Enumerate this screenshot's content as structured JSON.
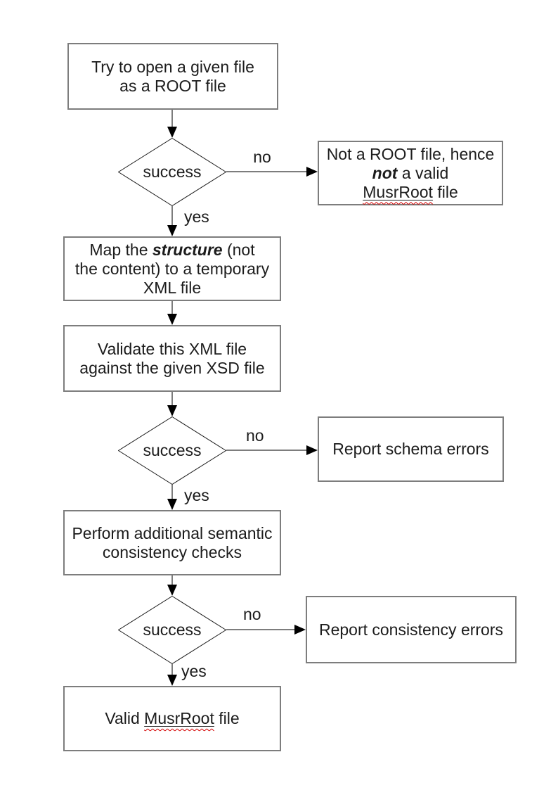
{
  "colors": {
    "background": "#ffffff",
    "box_border": "#7d7d7d",
    "diamond_border": "#1c1c1c",
    "connector_line": "#7d7d7d",
    "arrowhead": "#000000",
    "text": "#1c1c1c",
    "spellcheck_squiggle": "#d40000"
  },
  "flowchart": {
    "process_boxes": [
      {
        "id": "try-open-root-file",
        "lines": [
          [
            {
              "t": "Try to open a given file"
            }
          ],
          [
            {
              "t": "as a ROOT file"
            }
          ]
        ]
      },
      {
        "id": "map-structure",
        "lines": [
          [
            {
              "t": "Map the "
            },
            {
              "t": "structure",
              "s": "bi"
            },
            {
              "t": " (not"
            }
          ],
          [
            {
              "t": "the content) to a temporary"
            }
          ],
          [
            {
              "t": "XML file"
            }
          ]
        ]
      },
      {
        "id": "validate-xml",
        "lines": [
          [
            {
              "t": "Validate this XML file"
            }
          ],
          [
            {
              "t": "against the given XSD file"
            }
          ]
        ]
      },
      {
        "id": "semantic-checks",
        "lines": [
          [
            {
              "t": "Perform additional semantic"
            }
          ],
          [
            {
              "t": "consistency checks"
            }
          ]
        ]
      },
      {
        "id": "valid-musrroot",
        "lines": [
          [
            {
              "t": "Valid "
            },
            {
              "t": "MusrRoot",
              "s": "us"
            },
            {
              "t": " file"
            }
          ]
        ]
      }
    ],
    "result_boxes": [
      {
        "id": "not-a-root-file",
        "lines": [
          [
            {
              "t": "Not a ROOT file, hence"
            }
          ],
          [
            {
              "t": "not",
              "s": "bi"
            },
            {
              "t": " a valid"
            }
          ],
          [
            {
              "t": "MusrRoot",
              "s": "us"
            },
            {
              "t": " file"
            }
          ]
        ]
      },
      {
        "id": "report-schema-errors",
        "lines": [
          [
            {
              "t": "Report schema errors"
            }
          ]
        ]
      },
      {
        "id": "report-consistency-errors",
        "lines": [
          [
            {
              "t": "Report consistency errors"
            }
          ]
        ]
      }
    ],
    "decisions": [
      {
        "label": "success"
      },
      {
        "label": "success"
      },
      {
        "label": "success"
      }
    ],
    "edge_labels": {
      "no": "no",
      "yes": "yes"
    }
  }
}
